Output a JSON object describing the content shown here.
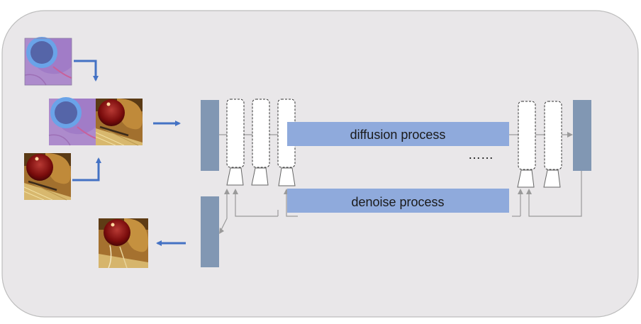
{
  "diagram": {
    "diffusion_label": "diffusion process",
    "denoise_label": "denoise process",
    "ellipsis": "……"
  },
  "colors": {
    "panel_bg": "#e9e7e9",
    "panel_border": "#bdbdbd",
    "block": "#8197b3",
    "band": "#8faadc",
    "arrow_blue": "#4472c4",
    "line_gray": "#9a9a9a"
  },
  "images": {
    "mask": "tool-mask-overlay",
    "frame": "surgical-frame",
    "output": "denoised-frame"
  }
}
